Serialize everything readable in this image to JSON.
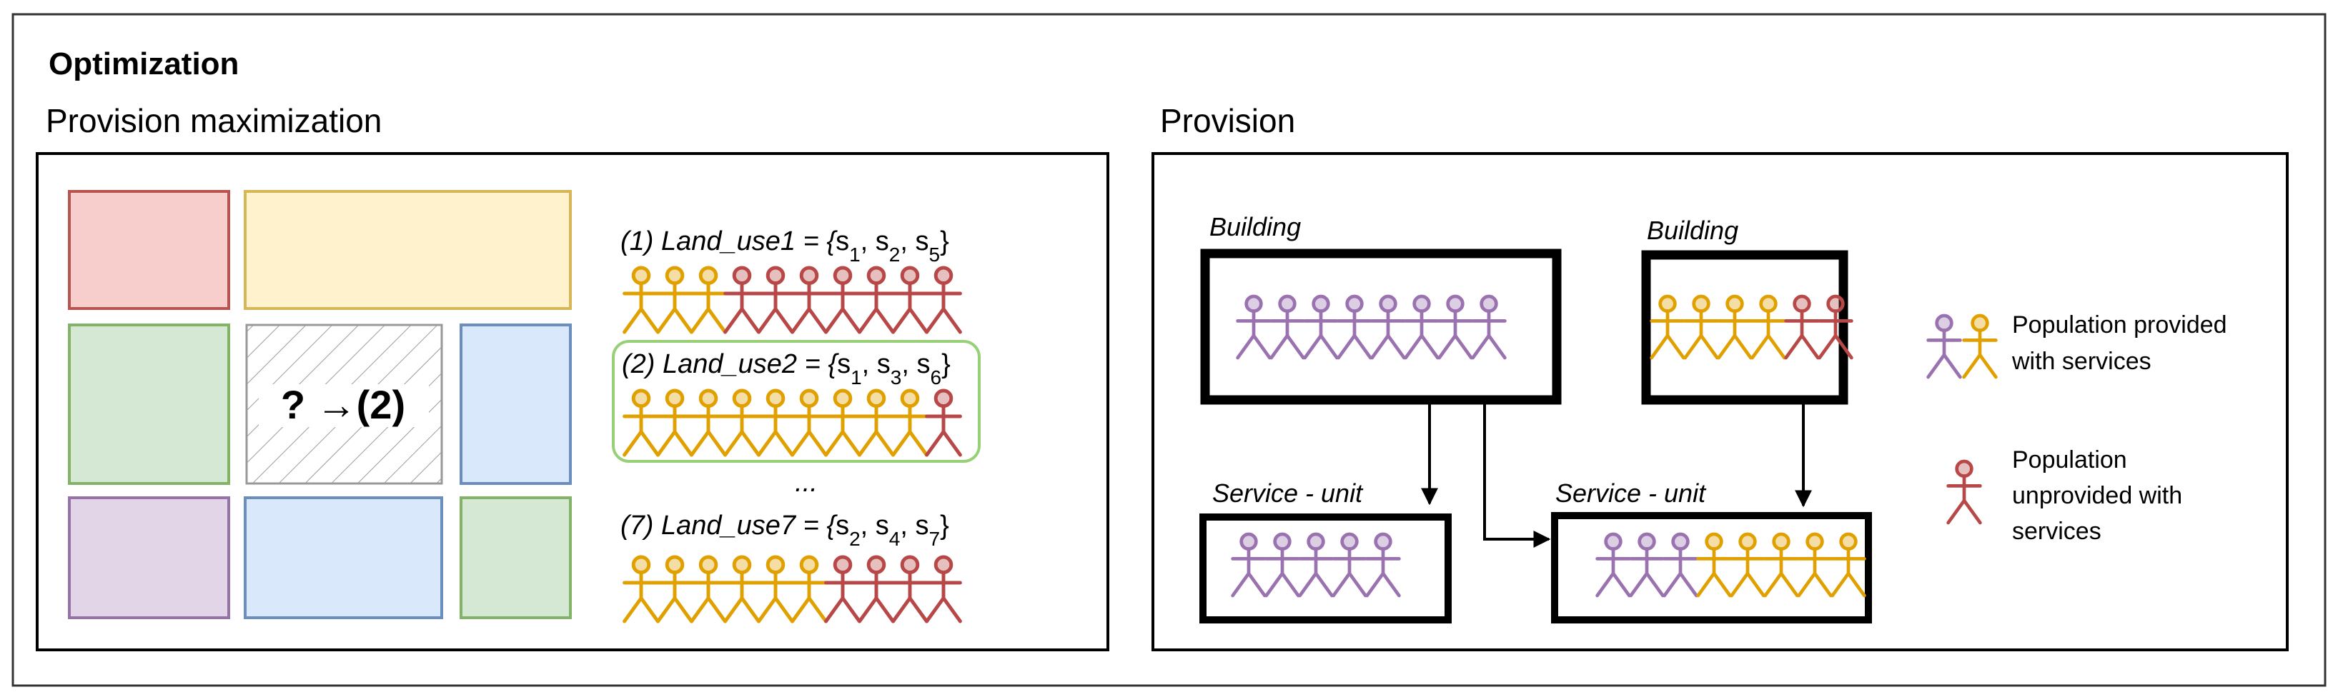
{
  "title": "Optimization",
  "left_panel": {
    "heading": "Provision maximization",
    "placeholder_label": "? →(2)",
    "options": [
      {
        "prefix": "(1) Land_use1 = {",
        "services": [
          [
            "s",
            "1"
          ],
          [
            "s",
            "2"
          ],
          [
            "s",
            "5"
          ]
        ],
        "suffix": "}",
        "people": [
          "provided",
          "provided",
          "provided",
          "unprovided",
          "unprovided",
          "unprovided",
          "unprovided",
          "unprovided",
          "unprovided",
          "unprovided"
        ],
        "selected": false
      },
      {
        "prefix": "(2) Land_use2 = {",
        "services": [
          [
            "s",
            "1"
          ],
          [
            "s",
            "3"
          ],
          [
            "s",
            "6"
          ]
        ],
        "suffix": "}",
        "people": [
          "provided",
          "provided",
          "provided",
          "provided",
          "provided",
          "provided",
          "provided",
          "provided",
          "provided",
          "unprovided"
        ],
        "selected": true
      },
      {
        "prefix": "(7) Land_use7 = {",
        "services": [
          [
            "s",
            "2"
          ],
          [
            "s",
            "4"
          ],
          [
            "s",
            "7"
          ]
        ],
        "suffix": "}",
        "people": [
          "provided",
          "provided",
          "provided",
          "provided",
          "provided",
          "provided",
          "unprovided",
          "unprovided",
          "unprovided",
          "unprovided"
        ],
        "selected": false
      }
    ],
    "ellipsis": "..."
  },
  "right_panel": {
    "heading": "Provision",
    "building_label": "Building",
    "service_label": "Service - unit",
    "building1_people": [
      "population",
      "population",
      "population",
      "population",
      "population",
      "population",
      "population",
      "population"
    ],
    "building2_people": [
      "provided",
      "provided",
      "provided",
      "provided",
      "unprovided",
      "unprovided"
    ],
    "service1_people": [
      "population",
      "population",
      "population",
      "population",
      "population"
    ],
    "service2_people": [
      "population",
      "population",
      "population",
      "provided",
      "provided",
      "provided",
      "provided",
      "provided"
    ],
    "legend": {
      "provided_lines": [
        "Population provided",
        "with services"
      ],
      "unprovided_lines": [
        "Population",
        "unprovided with",
        "services"
      ]
    }
  },
  "colors": {
    "provided": "#E0A000",
    "unprovided": "#B84848",
    "population": "#9A72B0",
    "block_red_fill": "#F8CECC",
    "block_red_stroke": "#B85450",
    "block_yellow_fill": "#FFF2CC",
    "block_yellow_stroke": "#D6B656",
    "block_green_fill": "#D5E8D4",
    "block_green_stroke": "#82B366",
    "block_blue_fill": "#DAE8FC",
    "block_blue_stroke": "#6C8EBF",
    "block_purple_fill": "#E1D5E7",
    "block_purple_stroke": "#9673A6",
    "highlight_stroke": "#97D077"
  }
}
